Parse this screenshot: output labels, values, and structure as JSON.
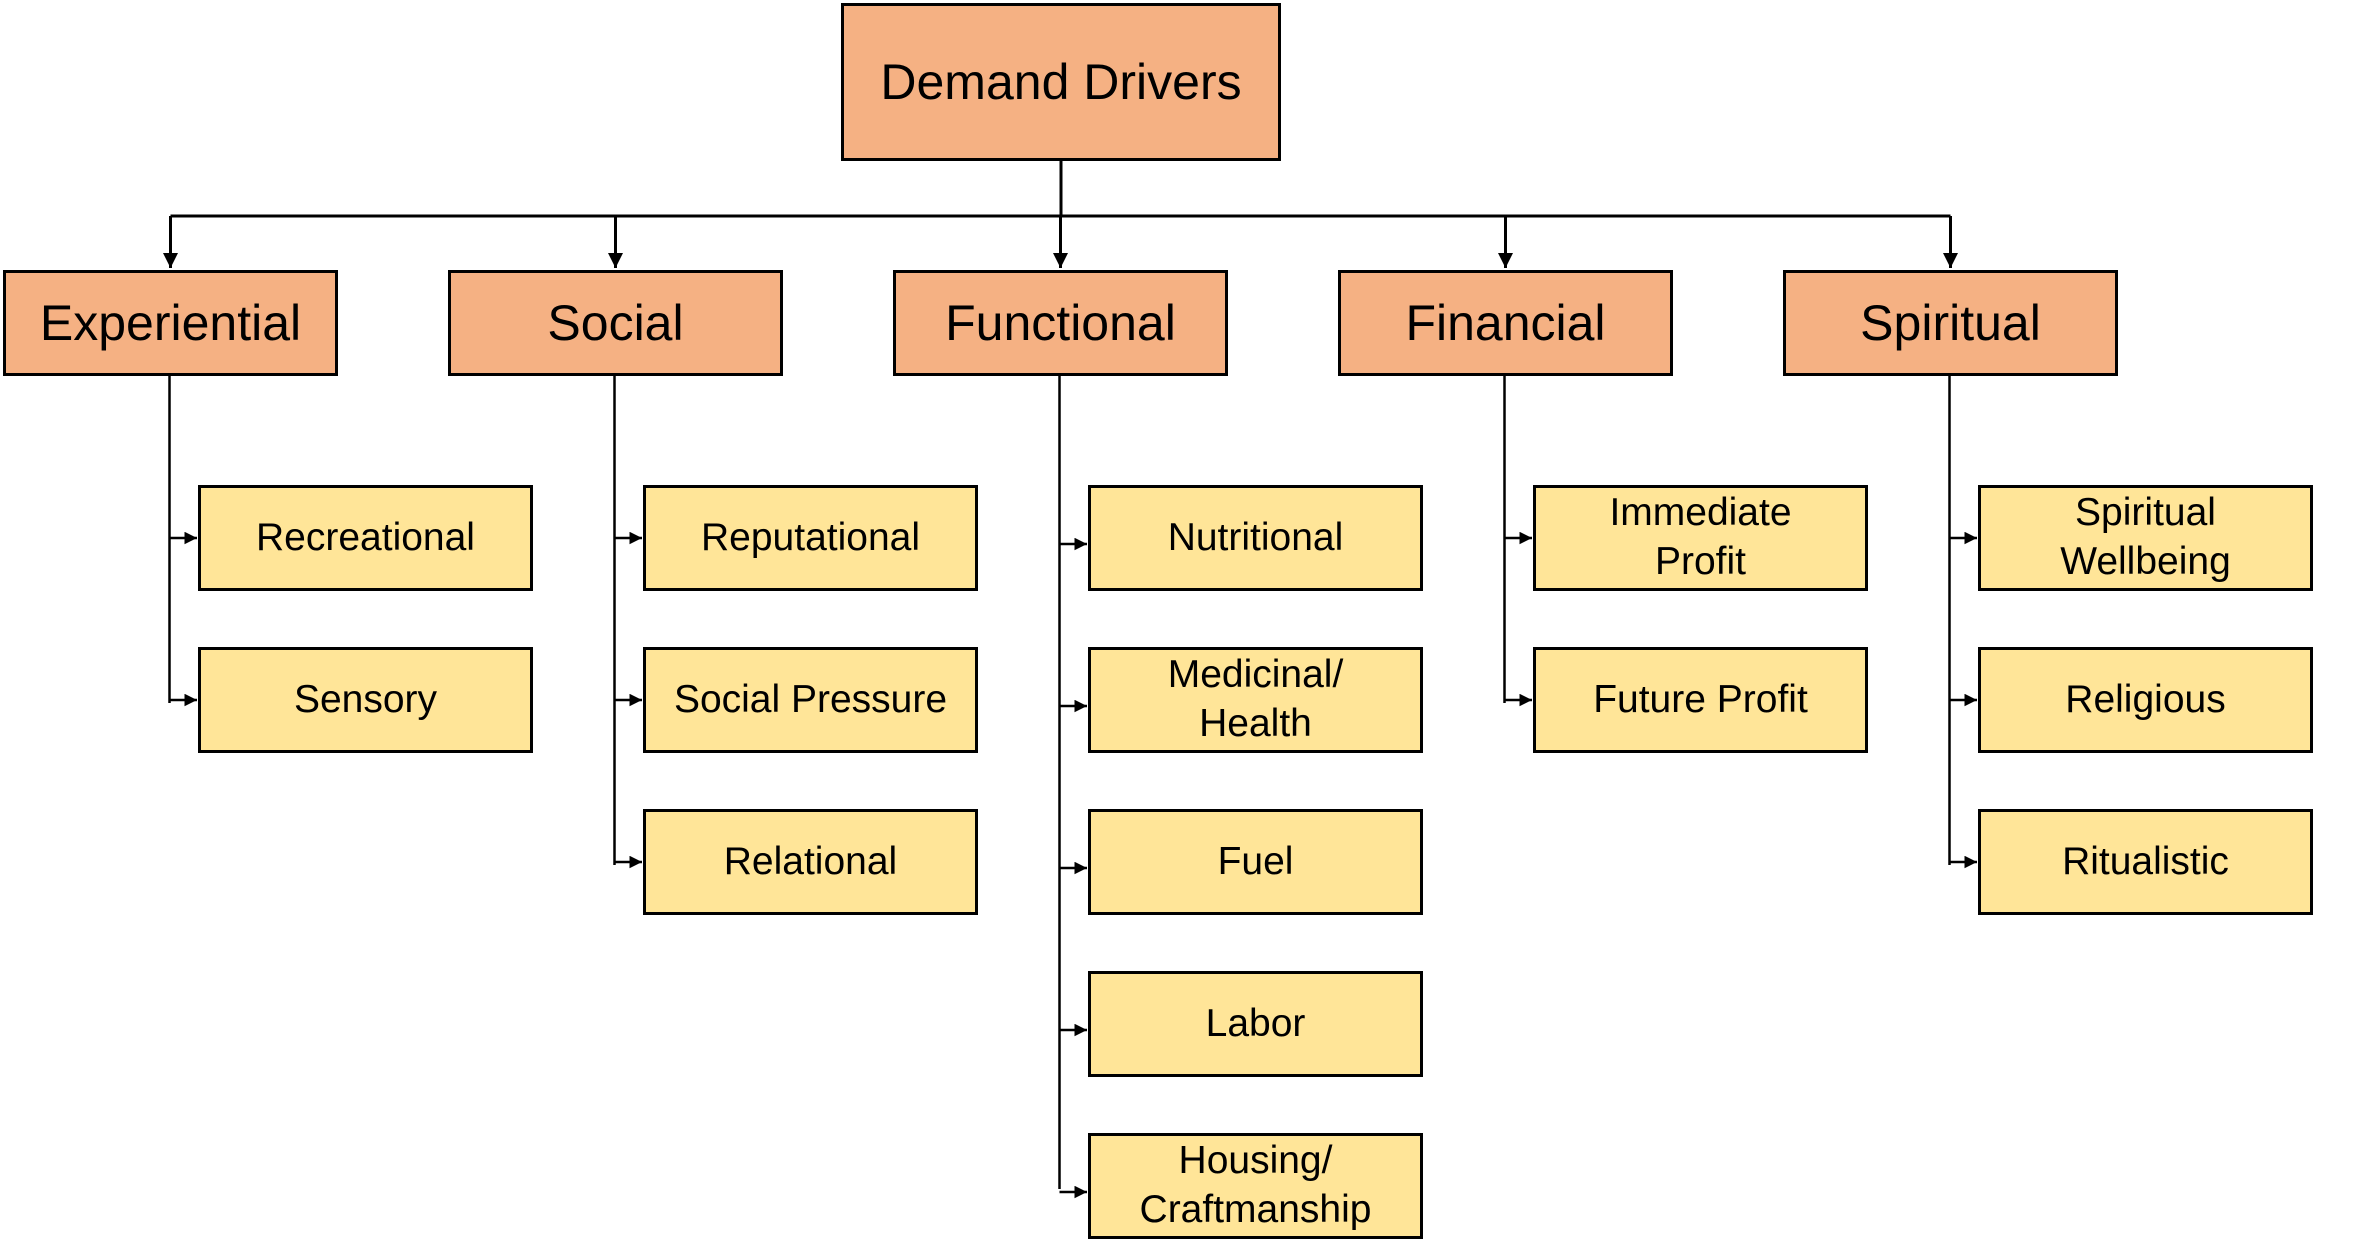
{
  "colors": {
    "category_fill": "#F5B183",
    "item_fill": "#FFE598",
    "line": "#000000"
  },
  "root": {
    "label": "Demand Drivers"
  },
  "categories": [
    {
      "id": "experiential",
      "label": "Experiential",
      "items": [
        "Recreational",
        "Sensory"
      ]
    },
    {
      "id": "social",
      "label": "Social",
      "items": [
        "Reputational",
        "Social Pressure",
        "Relational"
      ]
    },
    {
      "id": "functional",
      "label": "Functional",
      "items": [
        "Nutritional",
        "Medicinal/\nHealth",
        "Fuel",
        "Labor",
        "Housing/\nCraftmanship"
      ]
    },
    {
      "id": "financial",
      "label": "Financial",
      "items": [
        "Immediate\nProfit",
        "Future Profit"
      ]
    },
    {
      "id": "spiritual",
      "label": "Spiritual",
      "items": [
        "Spiritual\nWellbeing",
        "Religious",
        "Ritualistic"
      ]
    }
  ]
}
